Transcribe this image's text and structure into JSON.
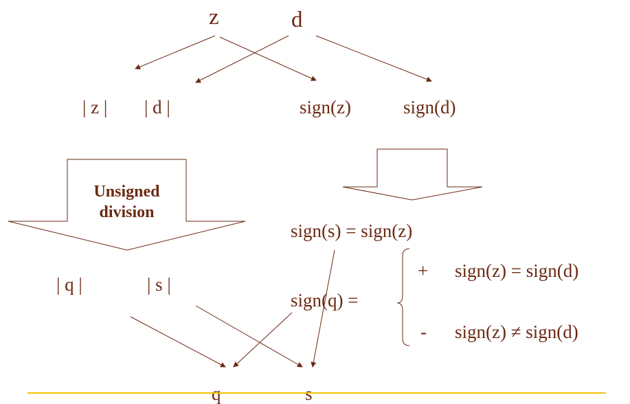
{
  "inputs": {
    "z": "z",
    "d": "d"
  },
  "magnitudes": {
    "abs_z": "| z |",
    "abs_d": "| d |"
  },
  "signs": {
    "sign_z": "sign(z)",
    "sign_d": "sign(d)"
  },
  "unsigned_block": {
    "line1": "Unsigned",
    "line2": "division"
  },
  "results_abs": {
    "abs_q": "| q |",
    "abs_s": "| s |"
  },
  "rules": {
    "sign_s": "sign(s) = sign(z)",
    "sign_q": "sign(q) =",
    "case_plus_symbol": "+",
    "case_plus_condition": "sign(z) = sign(d)",
    "case_minus_symbol": "-",
    "case_minus_condition": "sign(z) ≠ sign(d)"
  },
  "outputs": {
    "q": "q",
    "s": "s"
  },
  "colors": {
    "text": "#6b2a14",
    "arrow": "#6b2a14",
    "shape_stroke": "#6b2a14",
    "footer_line": "#f2c200"
  }
}
